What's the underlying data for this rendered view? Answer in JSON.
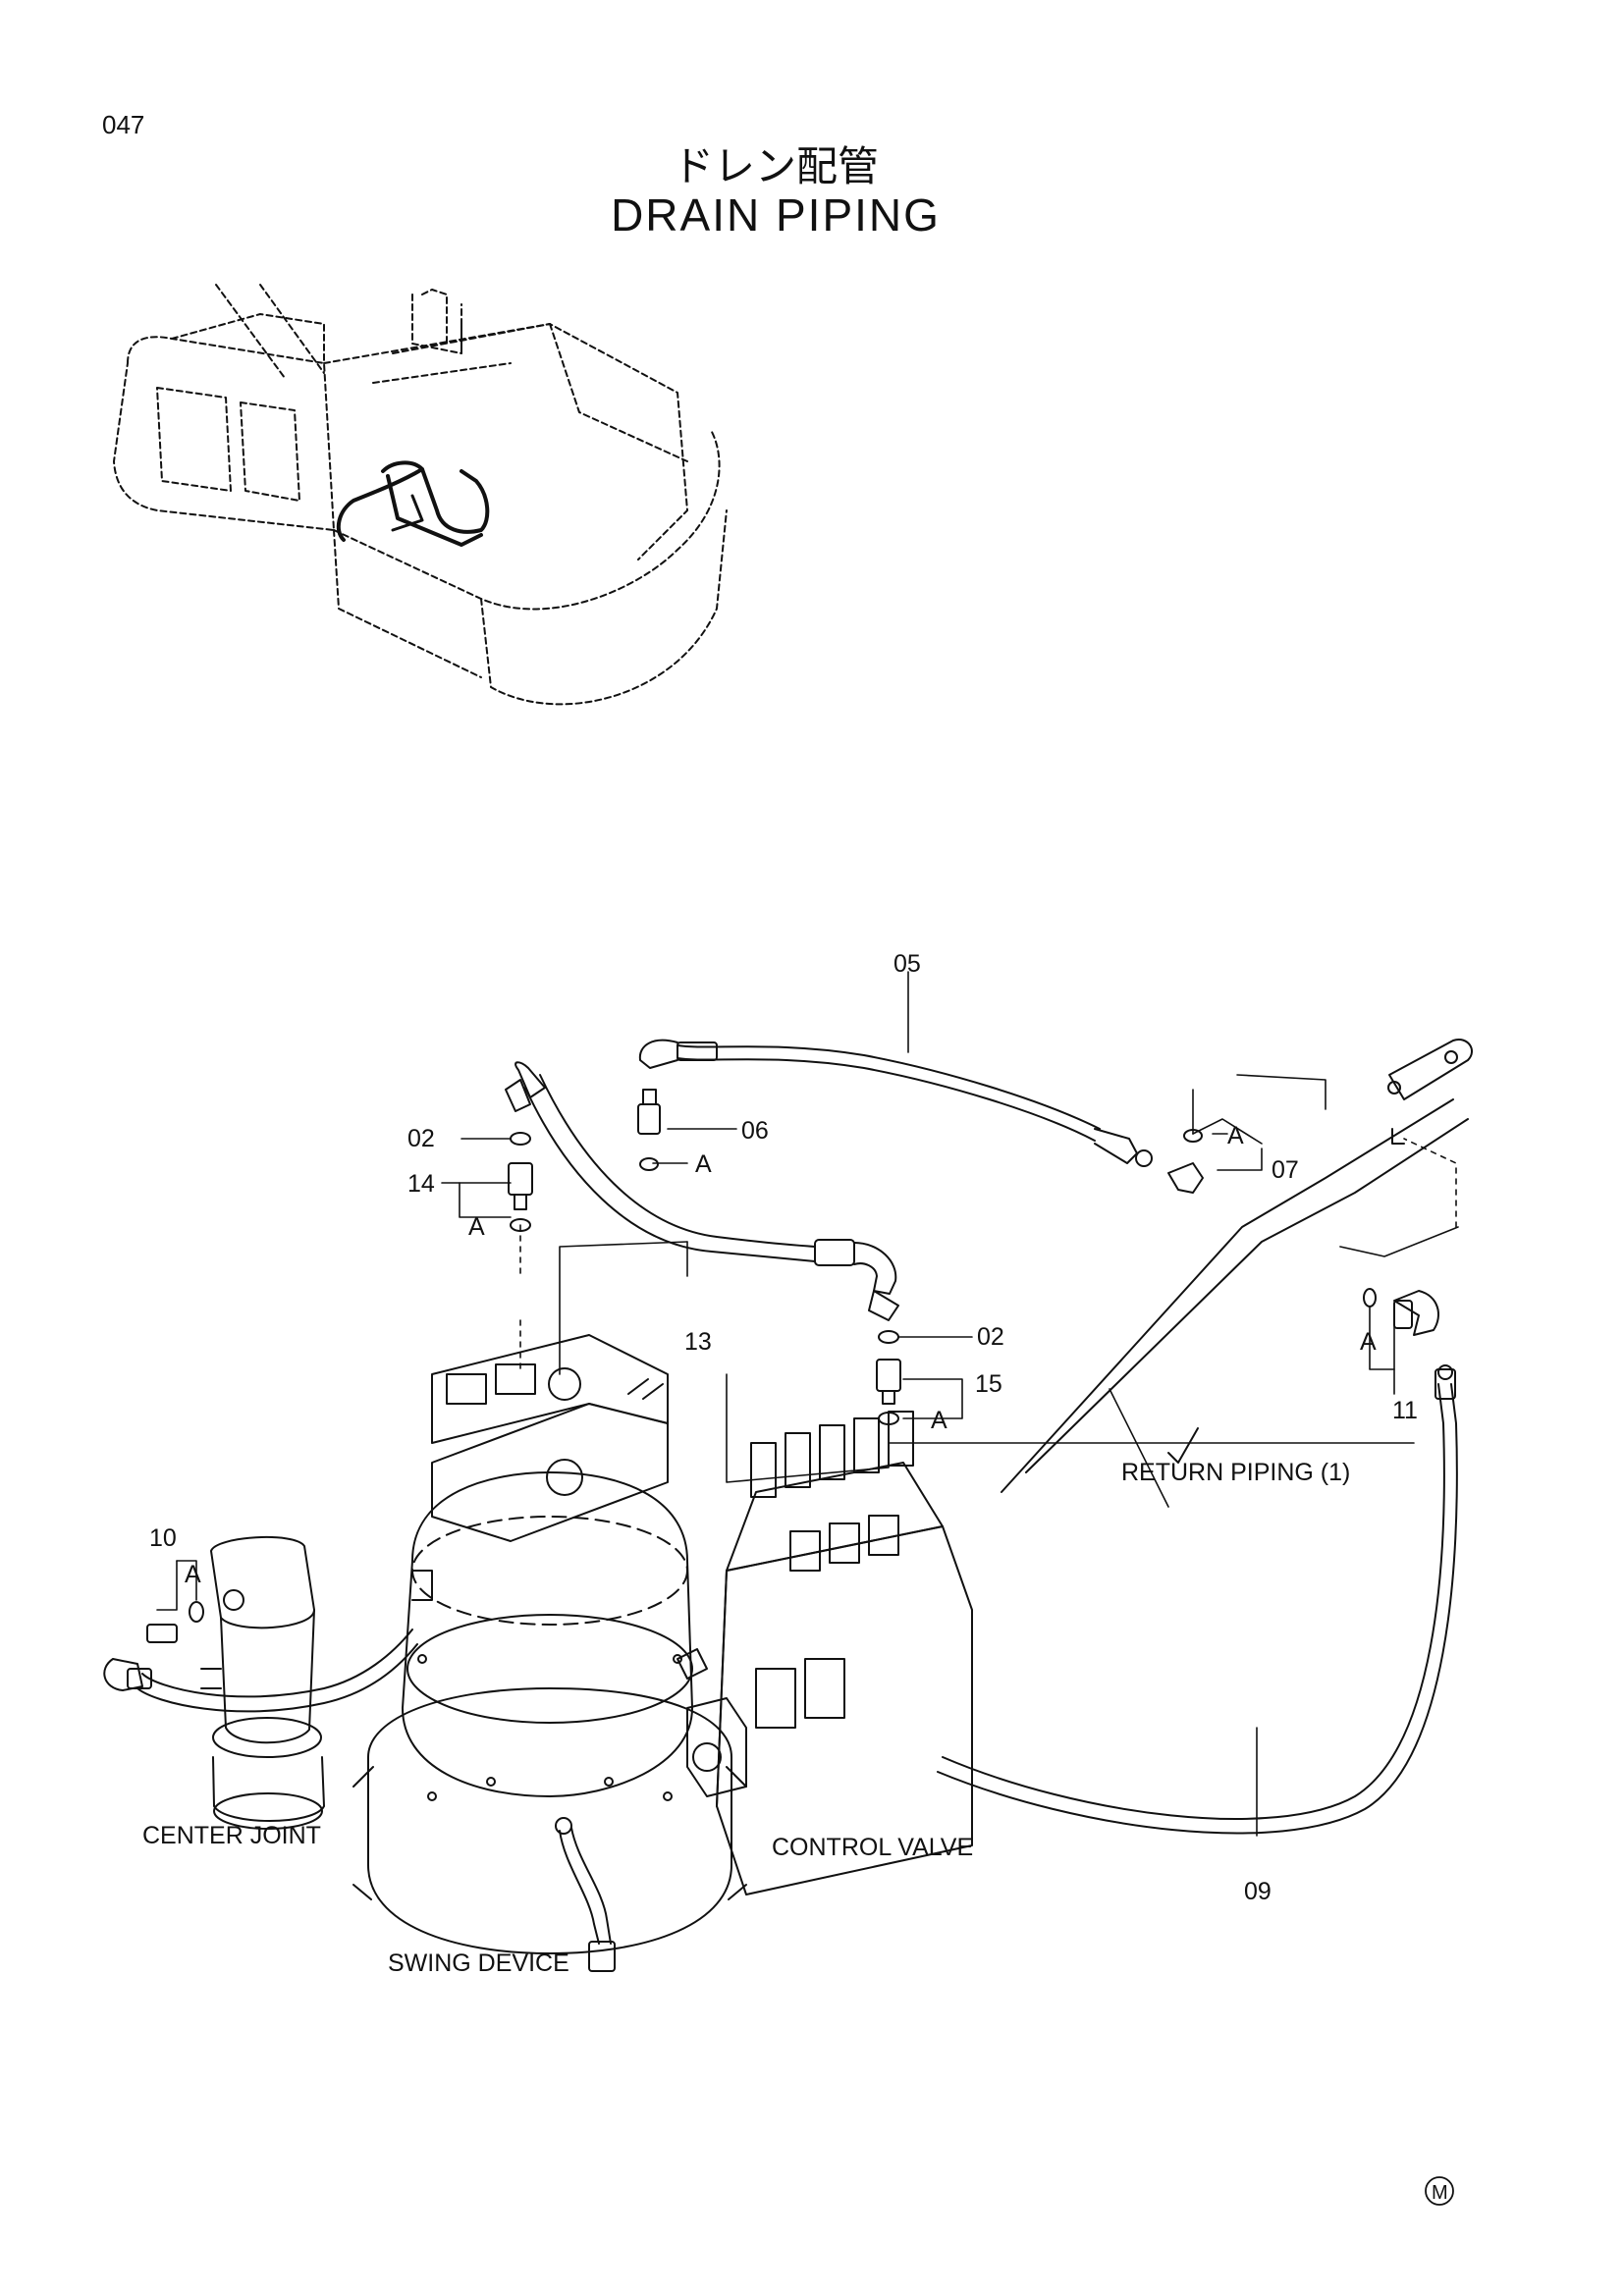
{
  "header": {
    "page_number": "047",
    "title_jp": "ドレン配管",
    "title_en": "DRAIN PIPING"
  },
  "callouts": {
    "c05": "05",
    "c06": "06",
    "c07": "07",
    "c02a": "02",
    "c02b": "02",
    "c14": "14",
    "c13": "13",
    "c15": "15",
    "c10": "10",
    "c11": "11",
    "c09": "09",
    "a1": "A",
    "a2": "A",
    "a3": "A",
    "a4": "A",
    "a5": "A",
    "a6": "A"
  },
  "components": {
    "return_piping": "RETURN PIPING (1)",
    "center_joint": "CENTER JOINT",
    "control_valve": "CONTROL VALVE",
    "swing_device": "SWING DEVICE"
  },
  "footer": {
    "mark": "M"
  }
}
